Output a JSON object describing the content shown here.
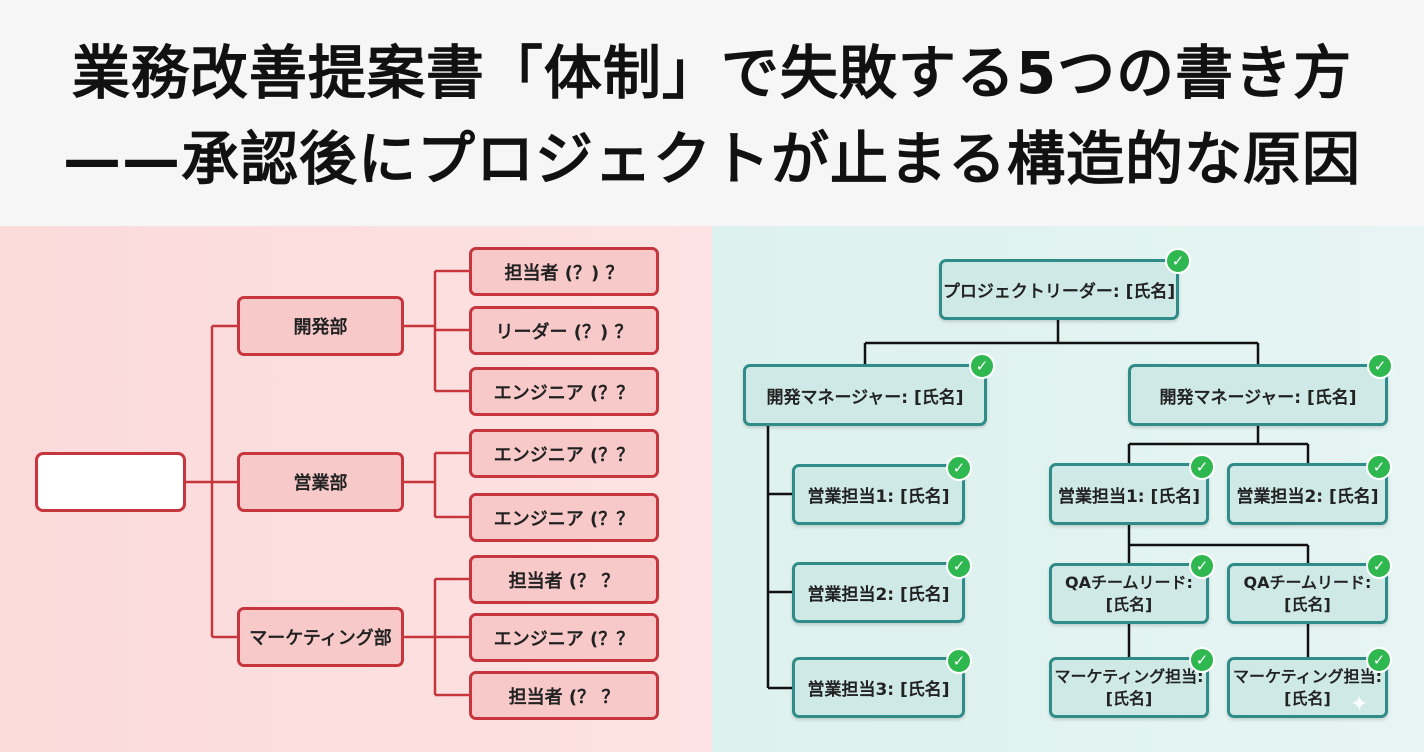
{
  "title": {
    "line1": "業務改善提案書「体制」で失敗する5つの書き方",
    "line2": "——承認後にプロジェクトが止まる構造的な原因"
  },
  "left_chart": {
    "root_label": "",
    "departments": [
      {
        "label": "開発部",
        "members": [
          "担当者 (？) ？",
          "リーダー (？) ？",
          "エンジニア (？？"
        ]
      },
      {
        "label": "営業部",
        "members": [
          "エンジニア (？？",
          "エンジニア (？？"
        ]
      },
      {
        "label": "マーケティング部",
        "members": [
          "担当者 (？ ？",
          "エンジニア (？？",
          "担当者 (？ ？"
        ]
      }
    ]
  },
  "right_chart": {
    "leader": "プロジェクトリーダー: [氏名]",
    "left_manager": "開発マネージャー: [氏名]",
    "right_manager": "開発マネージャー: [氏名]",
    "left_sales": [
      "営業担当1: [氏名]",
      "営業担当2: [氏名]",
      "営業担当3: [氏名]"
    ],
    "right_sales": [
      "営業担当1: [氏名]",
      "営業担当2: [氏名]"
    ],
    "qa": [
      {
        "line1": "QAチームリード:",
        "line2": "[氏名]"
      },
      {
        "line1": "QAチームリード:",
        "line2": "[氏名]"
      }
    ],
    "marketing": [
      {
        "line1": "マーケティング担当:",
        "line2": "[氏名]"
      },
      {
        "line1": "マーケティング担当:",
        "line2": "[氏名]"
      }
    ],
    "check_glyph": "✓"
  },
  "colors": {
    "red_border": "#c8363d",
    "red_fill": "#f8c9c9",
    "teal_border": "#2f8c88",
    "teal_fill": "#cfeae6",
    "check_green": "#2fb84f"
  }
}
